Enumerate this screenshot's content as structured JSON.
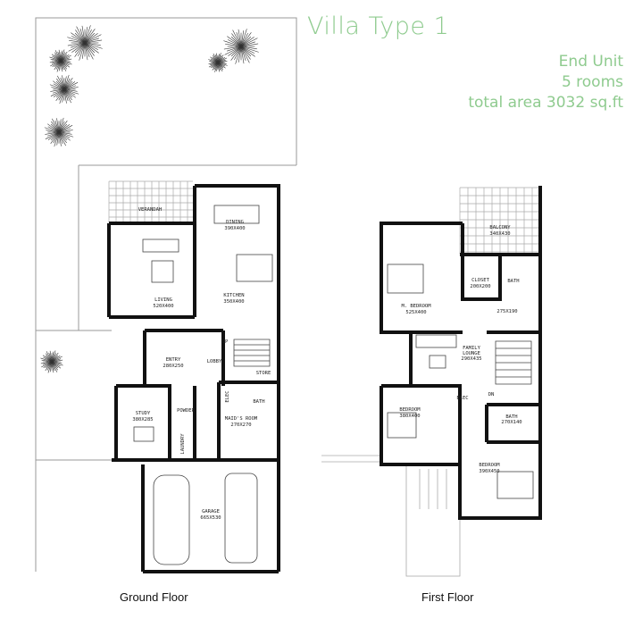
{
  "header": {
    "title": "Villa Type 1",
    "subtitle_lines": [
      "End Unit",
      "5 rooms",
      "total area 3032 sq.ft"
    ]
  },
  "colors": {
    "accent": "#8fcb8f",
    "walls": "#111111"
  },
  "ground_floor": {
    "caption": "Ground Floor",
    "rooms": {
      "verandah": "VERANDAH",
      "dining": "DINING",
      "dining_size": "390X400",
      "living": "LIVING",
      "living_size": "520X400",
      "kitchen": "KITCHEN",
      "kitchen_size": "350X400",
      "entry": "ENTRY",
      "entry_size": "280X250",
      "lobby": "LOBBY",
      "up": "UP",
      "store": "STORE",
      "bath": "BATH",
      "powder": "POWDER",
      "study": "STUDY",
      "study_size": "380X285",
      "maids": "MAID'S ROOM",
      "maids_size": "270X270",
      "laundry": "LAUNDRY",
      "elec": "ELEC",
      "garage": "GARAGE",
      "garage_size": "665X530"
    }
  },
  "first_floor": {
    "caption": "First Floor",
    "rooms": {
      "balcony": "BALCONY",
      "balcony_size": "340X430",
      "master": "M. BEDROOM",
      "master_size": "525X400",
      "closet": "CLOSET",
      "closet_size": "200X200",
      "mbath": "BATH",
      "mbath_size": "275X190",
      "family": "FAMILY",
      "lounge": "LOUNGE",
      "family_size": "290X435",
      "bed2": "BEDROOM",
      "bed2_size": "380X400",
      "elec": "ELEC",
      "dn": "DN",
      "bath2": "BATH",
      "bath2_size": "270X140",
      "bed3": "BEDROOM",
      "bed3_size": "390X450"
    }
  }
}
